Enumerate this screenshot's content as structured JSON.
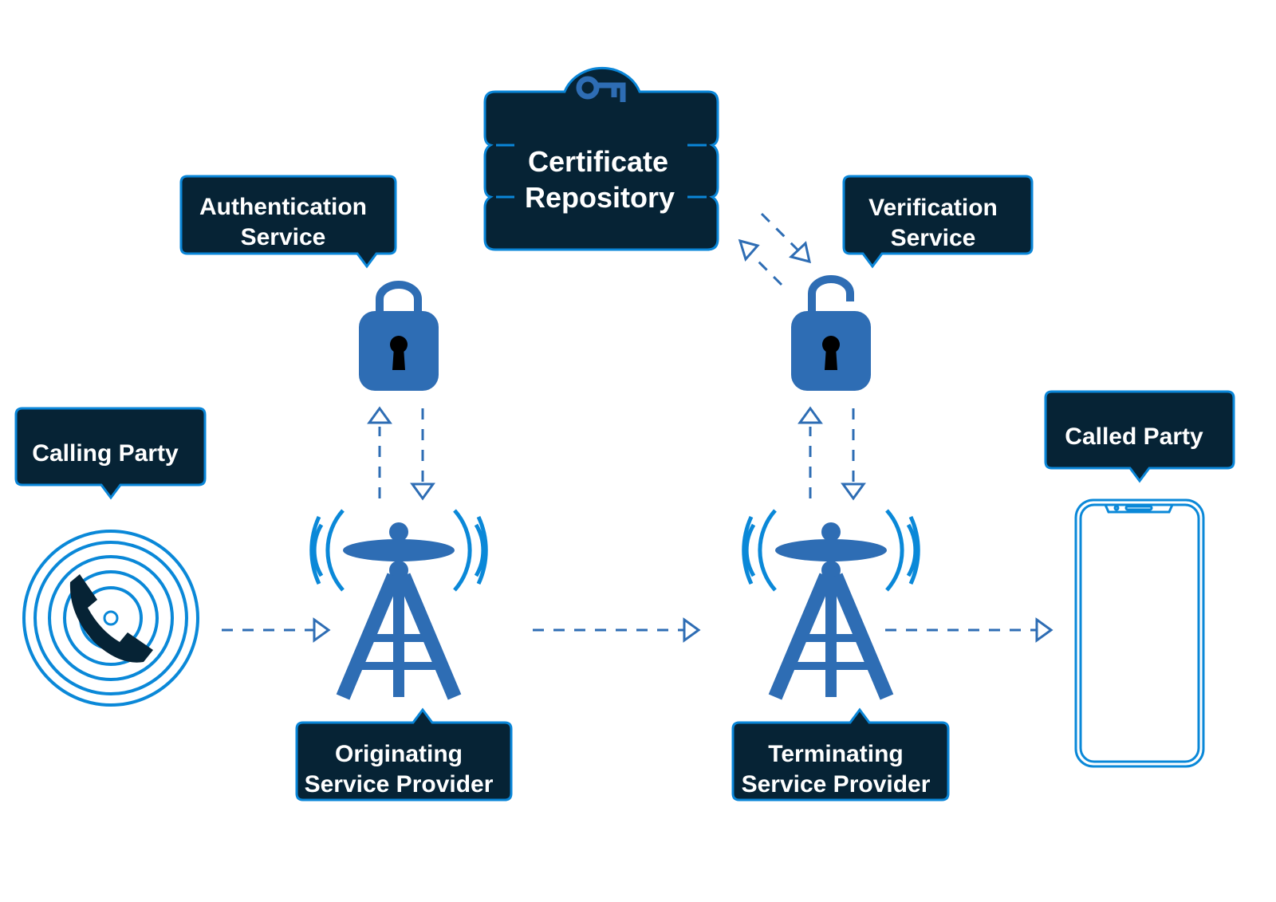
{
  "labels": {
    "calling_party": "Calling Party",
    "called_party": "Called Party",
    "authentication": [
      "Authentication",
      "Service"
    ],
    "verification": [
      "Verification",
      "Service"
    ],
    "certificate": [
      "Certificate",
      "Repository"
    ],
    "originating": [
      "Originating",
      "Service Provider"
    ],
    "terminating": [
      "Terminating",
      "Service Provider"
    ]
  },
  "colors": {
    "box_fill": "#062335",
    "box_border": "#0a86d8",
    "icon_blue": "#2e6db4",
    "wave_blue": "#0a88d8"
  },
  "icons": [
    "phone-handset-icon",
    "key-icon",
    "lock-closed-icon",
    "lock-open-icon",
    "cell-tower-icon",
    "smartphone-icon"
  ]
}
